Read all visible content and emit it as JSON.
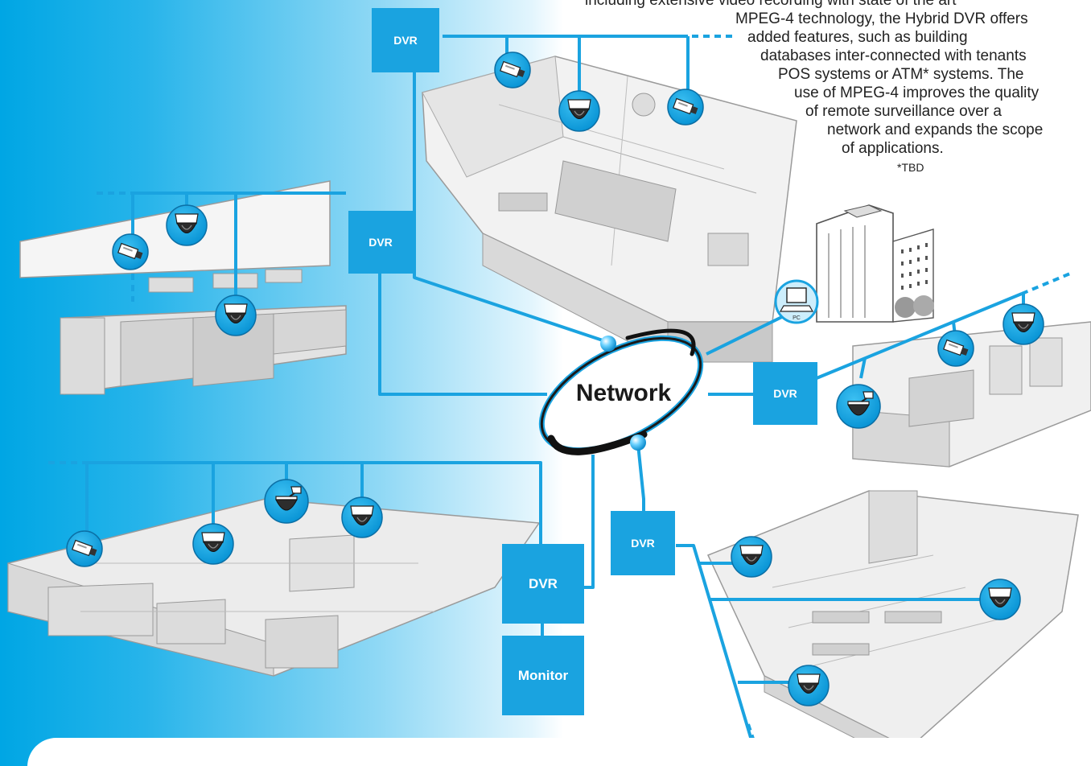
{
  "description": {
    "lines": [
      "including extensive video recording with state of the art",
      "MPEG-4 technology, the Hybrid DVR offers",
      "added features, such as building",
      "databases inter-connected with tenants",
      "POS systems or ATM* systems. The",
      "use of MPEG-4 improves the quality",
      "of remote surveillance over a",
      "network and expands the scope",
      "of applications."
    ],
    "footnote": "*TBD"
  },
  "network": {
    "label": "Network"
  },
  "pc": {
    "label": "PC"
  },
  "nodes": {
    "dvr_office": "DVR",
    "dvr_store": "DVR",
    "dvr_right_store": "DVR",
    "dvr_hall": "DVR",
    "dvr_warehouse": "DVR",
    "monitor": "Monitor"
  },
  "colors": {
    "accent": "#1aa3e0",
    "background_gradient_start": "#00a6e4",
    "network_ring": "#1a1a1a"
  }
}
